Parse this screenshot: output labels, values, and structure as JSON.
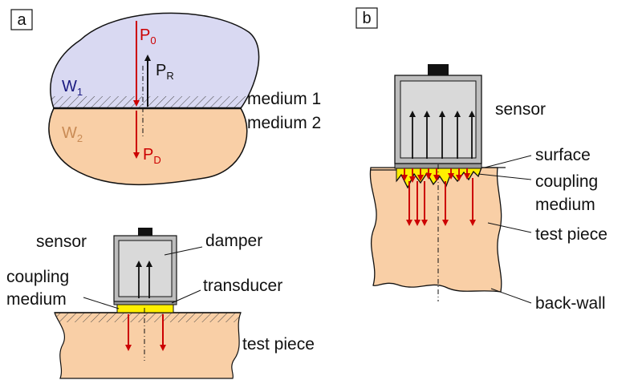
{
  "panels": {
    "a": "a",
    "b": "b"
  },
  "panel_a": {
    "waves": {
      "incident": {
        "sym": "P",
        "sub": "0"
      },
      "reflected": {
        "sym": "P",
        "sub": "R"
      },
      "transmitted": {
        "sym": "P",
        "sub": "D"
      }
    },
    "impedances": {
      "w1": {
        "sym": "W",
        "sub": "1"
      },
      "w2": {
        "sym": "W",
        "sub": "2"
      }
    },
    "media": {
      "medium1": "medium 1",
      "medium2": "medium 2"
    },
    "sensor_labels": {
      "sensor": "sensor",
      "damper": "damper",
      "coupling1": "coupling",
      "coupling2": "medium",
      "transducer": "transducer",
      "test_piece": "test piece"
    }
  },
  "panel_b": {
    "labels": {
      "sensor": "sensor",
      "surface": "surface",
      "coupling1": "coupling",
      "coupling2": "medium",
      "test_piece": "test piece",
      "back_wall": "back-wall"
    }
  },
  "colors": {
    "medium1_fill": "#d9d9f2",
    "medium2_fill": "#f9cfa6",
    "wave_red": "#cc0000",
    "w1_text": "#1a1a80",
    "w2_text": "#c98b55",
    "coupling_yellow": "#ffef00",
    "sensor_grey": "#d9d9d9"
  }
}
